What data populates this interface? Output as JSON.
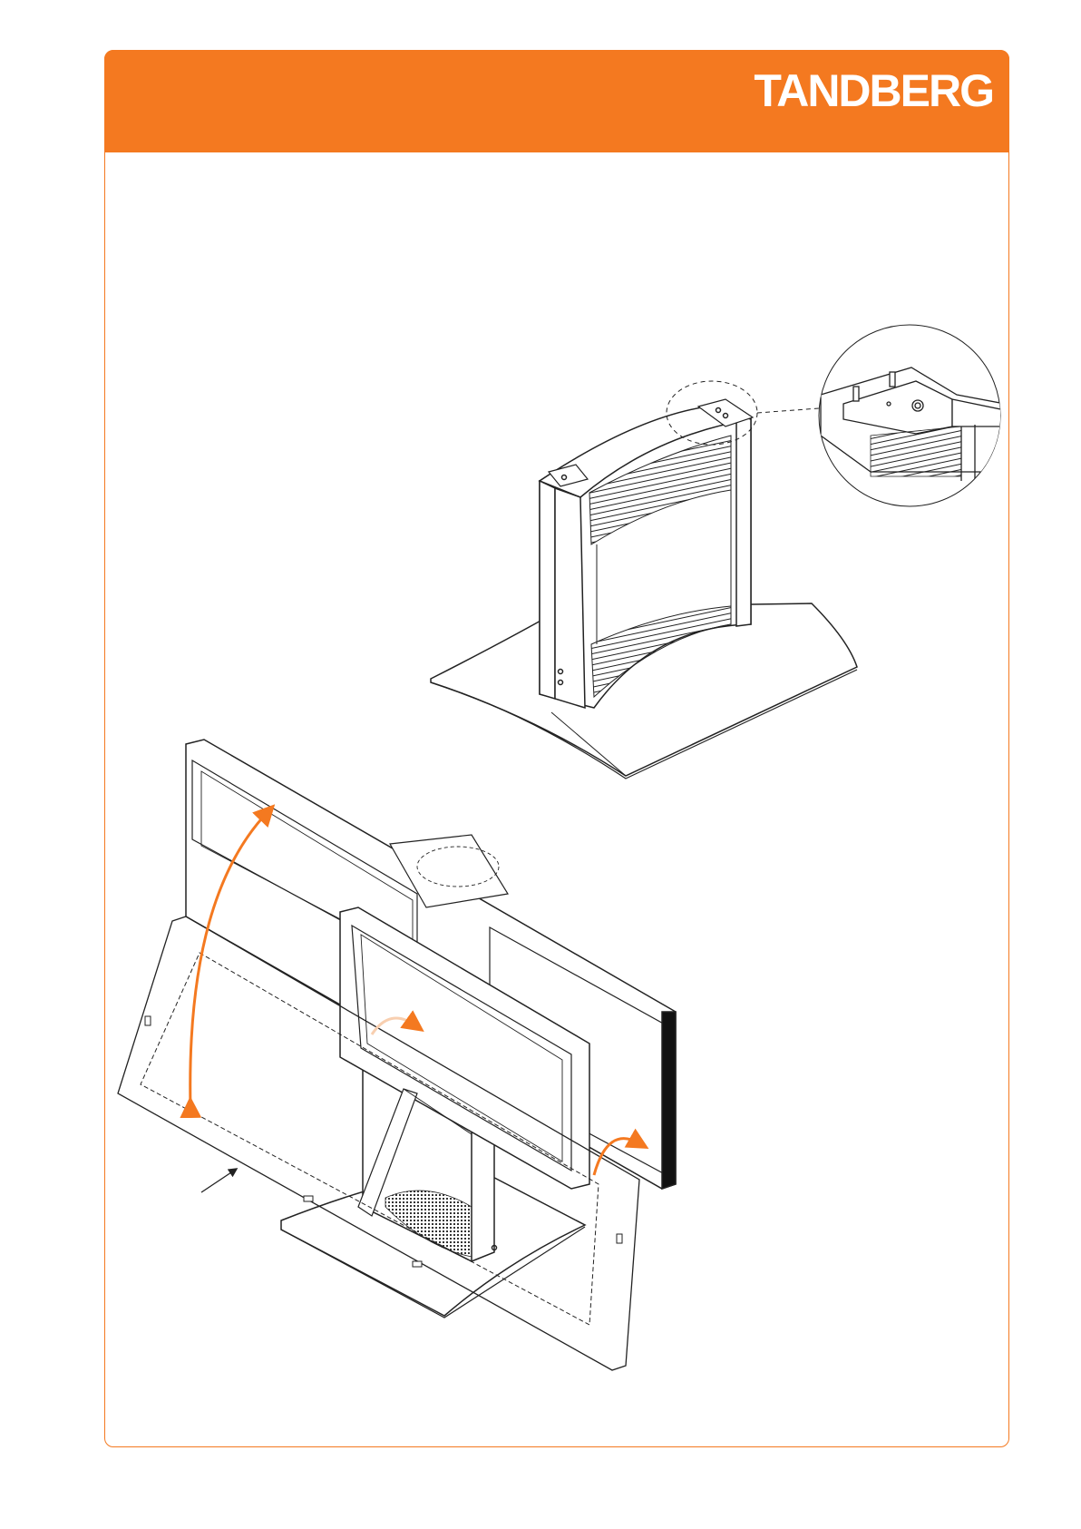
{
  "header": {
    "brand": "TANDBERG",
    "accent_color": "#f47920"
  },
  "figures": [
    {
      "name": "stand-column-with-detail-callout"
    },
    {
      "name": "display-mounting-illustration"
    }
  ]
}
